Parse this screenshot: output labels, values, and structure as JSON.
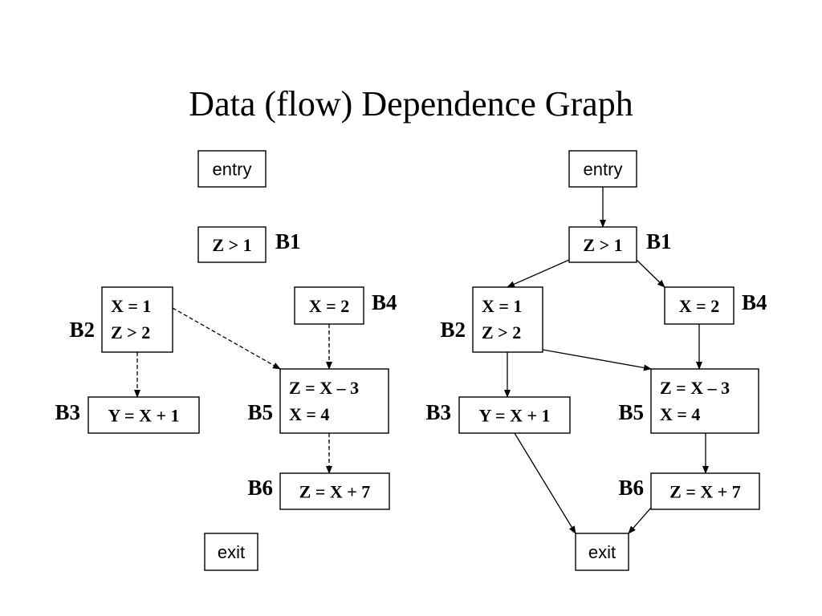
{
  "title": "Data (flow) Dependence Graph",
  "graphs": [
    {
      "id": "left",
      "nodes": [
        {
          "id": "entry",
          "lines": [
            "entry"
          ],
          "label": "",
          "font": "sans"
        },
        {
          "id": "b1",
          "lines": [
            "Z > 1"
          ],
          "label": "B1",
          "font": "serif"
        },
        {
          "id": "b2",
          "lines": [
            "X = 1",
            "Z > 2"
          ],
          "label": "B2",
          "font": "serif"
        },
        {
          "id": "b4",
          "lines": [
            "X = 2"
          ],
          "label": "B4",
          "font": "serif"
        },
        {
          "id": "b3",
          "lines": [
            "Y = X + 1"
          ],
          "label": "B3",
          "font": "serif"
        },
        {
          "id": "b5",
          "lines": [
            "Z = X – 3",
            "X = 4"
          ],
          "label": "B5",
          "font": "serif"
        },
        {
          "id": "b6",
          "lines": [
            "Z = X + 7"
          ],
          "label": "B6",
          "font": "serif"
        },
        {
          "id": "exit",
          "lines": [
            "exit"
          ],
          "label": "",
          "font": "sans"
        }
      ],
      "edges": [
        {
          "from": "b2",
          "to": "b5",
          "style": "dashed"
        },
        {
          "from": "b2",
          "to": "b3",
          "style": "dashed"
        },
        {
          "from": "b4",
          "to": "b5",
          "style": "dashed"
        },
        {
          "from": "b5",
          "to": "b6",
          "style": "dashed"
        }
      ]
    },
    {
      "id": "right",
      "nodes": [
        {
          "id": "entry",
          "lines": [
            "entry"
          ],
          "label": "",
          "font": "sans"
        },
        {
          "id": "b1",
          "lines": [
            "Z > 1"
          ],
          "label": "B1",
          "font": "serif"
        },
        {
          "id": "b2",
          "lines": [
            "X = 1",
            "Z > 2"
          ],
          "label": "B2",
          "font": "serif"
        },
        {
          "id": "b4",
          "lines": [
            "X = 2"
          ],
          "label": "B4",
          "font": "serif"
        },
        {
          "id": "b3",
          "lines": [
            "Y = X + 1"
          ],
          "label": "B3",
          "font": "serif"
        },
        {
          "id": "b5",
          "lines": [
            "Z = X – 3",
            "X = 4"
          ],
          "label": "B5",
          "font": "serif"
        },
        {
          "id": "b6",
          "lines": [
            "Z = X + 7"
          ],
          "label": "B6",
          "font": "serif"
        },
        {
          "id": "exit",
          "lines": [
            "exit"
          ],
          "label": "",
          "font": "sans"
        }
      ],
      "edges": [
        {
          "from": "entry",
          "to": "b1",
          "style": "solid"
        },
        {
          "from": "b1",
          "to": "b2",
          "style": "solid"
        },
        {
          "from": "b1",
          "to": "b4",
          "style": "solid"
        },
        {
          "from": "b2",
          "to": "b3",
          "style": "solid"
        },
        {
          "from": "b2",
          "to": "b5",
          "style": "solid"
        },
        {
          "from": "b4",
          "to": "b5",
          "style": "solid"
        },
        {
          "from": "b3",
          "to": "exit",
          "style": "solid"
        },
        {
          "from": "b5",
          "to": "b6",
          "style": "solid"
        },
        {
          "from": "b6",
          "to": "exit",
          "style": "solid"
        }
      ]
    }
  ]
}
